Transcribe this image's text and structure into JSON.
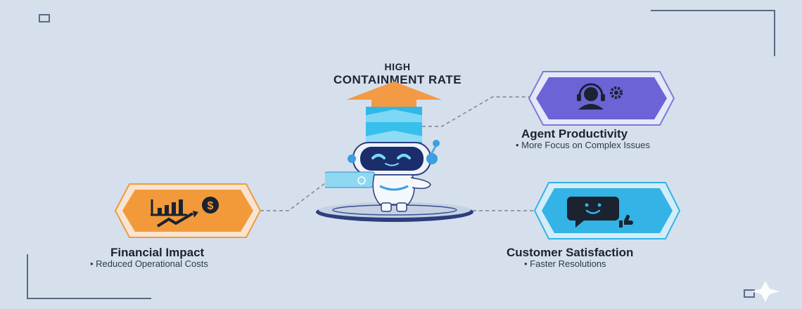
{
  "header": {
    "line1": "HIGH",
    "line2": "CONTAINMENT RATE"
  },
  "nodes": {
    "agent": {
      "title": "Agent Productivity",
      "bullet": "• More Focus on Complex Issues",
      "icon": "headset-gear-icon",
      "color": "#6c63d6"
    },
    "financial": {
      "title": "Financial Impact",
      "bullet": "• Reduced Operational Costs",
      "icon": "chart-dollar-icon",
      "color": "#f29a3a",
      "coin_symbol": "$"
    },
    "customer": {
      "title": "Customer Satisfaction",
      "bullet": "• Faster Resolutions",
      "icon": "chat-smile-thumb-icon",
      "color": "#33b3e6"
    }
  },
  "colors": {
    "background": "#d5e0ec",
    "arrow_head": "#f39a45",
    "arrow_shaft": "#35bde9",
    "robot_body": "#f4f7fb",
    "robot_face": "#1b2d6a",
    "robot_eyes": "#7ad8ff"
  }
}
